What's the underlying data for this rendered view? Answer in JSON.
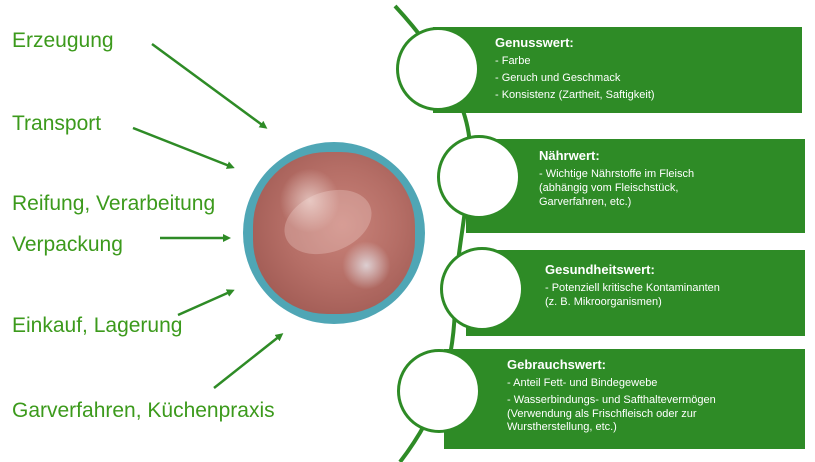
{
  "factors": [
    "Erzeugung",
    "Transport",
    "Reifung, Verarbeitung",
    "Verpackung",
    "Einkauf, Lagerung",
    "Garverfahren, Küchenpraxis"
  ],
  "values": [
    {
      "title": "Genusswert:",
      "items": [
        "- Farbe",
        "- Geruch  und Geschmack",
        "- Konsistenz (Zartheit, Saftigkeit)"
      ]
    },
    {
      "title": "Nährwert:",
      "items": [
        "- Wichtige Nährstoffe im Fleisch\n  (abhängig vom Fleischstück,\n  Garverfahren, etc.)"
      ]
    },
    {
      "title": "Gesundheitswert:",
      "items": [
        "- Potenziell kritische Kontaminanten\n  (z. B. Mikroorganismen)"
      ]
    },
    {
      "title": "Gebrauchswert:",
      "items": [
        "- Anteil Fett- und Bindegewebe",
        "- Wasserbindungs- und Safthaltevermögen\n  (Verwendung als Frischfleisch oder  zur\n  Wurstherstellung, etc.)"
      ]
    }
  ],
  "colors": {
    "factor_text": "#3c9a1c",
    "box": "#2e8b26",
    "ring": "#2e8b26",
    "meat_frame": "#4fa6b5"
  },
  "icons": {
    "center": "raw-meat-photo"
  }
}
